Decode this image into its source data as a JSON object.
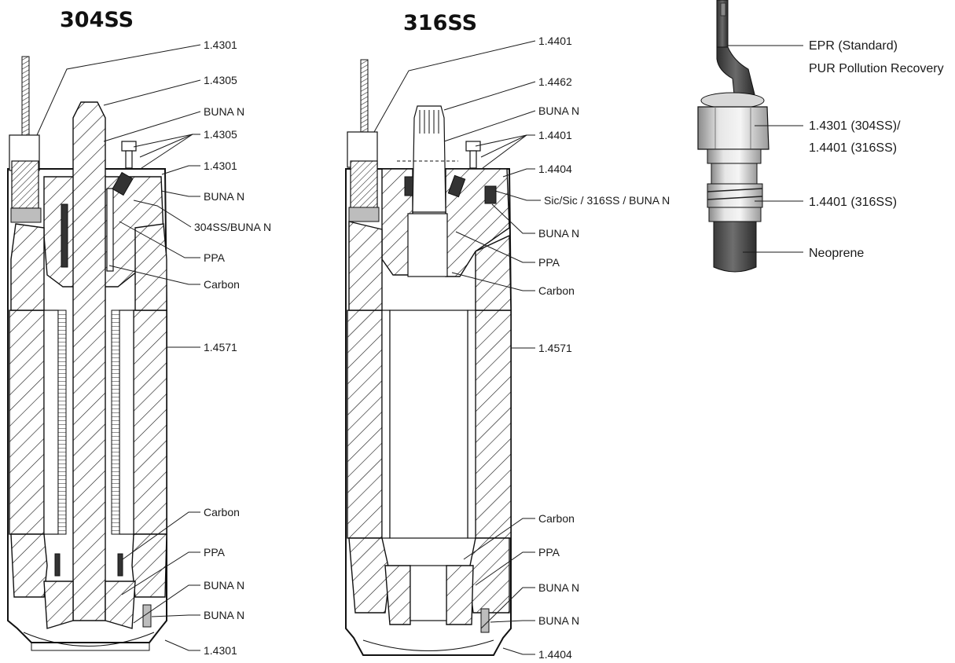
{
  "motors": [
    {
      "title": "304SS",
      "callouts": [
        "1.4301",
        "1.4305",
        "BUNA N",
        "1.4305",
        "1.4301",
        "BUNA N",
        "304SS/BUNA N",
        "PPA",
        "Carbon",
        "1.4571",
        "Carbon",
        "PPA",
        "BUNA N",
        "BUNA N",
        "1.4301"
      ]
    },
    {
      "title": "316SS",
      "callouts": [
        "1.4401",
        "1.4462",
        "BUNA N",
        "1.4401",
        "1.4404",
        "Sic/Sic / 316SS / BUNA N",
        "BUNA N",
        "PPA",
        "Carbon",
        "1.4571",
        "Carbon",
        "PPA",
        "BUNA N",
        "BUNA N",
        "1.4404"
      ]
    }
  ],
  "cable_gland": {
    "callouts": [
      "EPR (Standard)",
      "PUR Pollution Recovery",
      "1.4301 (304SS)/",
      "1.4401 (316SS)",
      "1.4401 (316SS)",
      "Neoprene"
    ]
  }
}
